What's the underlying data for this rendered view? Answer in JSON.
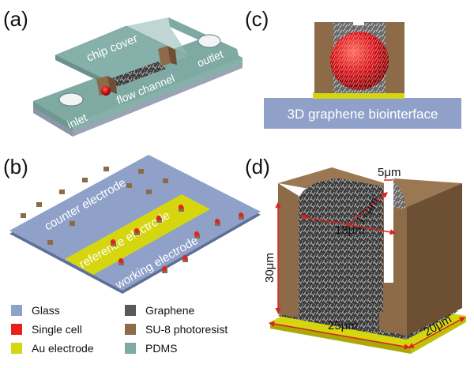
{
  "panels": {
    "a": {
      "label": "(a)",
      "chip_cover": "chip cover",
      "outlet": "outlet",
      "flow_channel": "flow channel",
      "inlet": "inlet"
    },
    "b": {
      "label": "(b)",
      "counter": "counter electrode",
      "reference": "reference electrode",
      "working": "working electrode"
    },
    "c": {
      "label": "(c)",
      "biointerface": "3D graphene biointerface"
    },
    "d": {
      "label": "(d)",
      "dims": {
        "gap": "5μm",
        "radius": "17μm",
        "diameter": "18μm",
        "height": "30μm",
        "length": "25μm",
        "width": "20μm"
      }
    }
  },
  "legend": [
    {
      "label": "Glass",
      "color": "#8fa1c9"
    },
    {
      "label": "Single cell",
      "color": "#e8201c"
    },
    {
      "label": "Au electrode",
      "color": "#d5d60f"
    },
    {
      "label": "Graphene",
      "color": "#5a5a5a"
    },
    {
      "label": "SU-8 photoresist",
      "color": "#8d6a48"
    },
    {
      "label": "PDMS",
      "color": "#7fa9a3"
    }
  ]
}
